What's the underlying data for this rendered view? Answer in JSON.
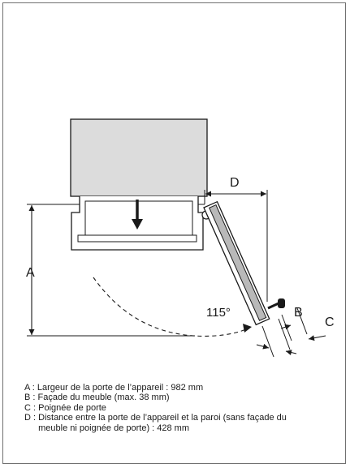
{
  "diagram": {
    "labels": {
      "a": "A",
      "b": "B",
      "c": "C",
      "d": "D",
      "angle": "115°"
    }
  },
  "legend": [
    {
      "key": "A : ",
      "text": "Largeur de la porte de l’appareil : 982 mm"
    },
    {
      "key": "B : ",
      "text": "Façade du meuble (max. 38 mm)"
    },
    {
      "key": "C : ",
      "text": "Poignée de porte"
    },
    {
      "key": "D : ",
      "text": "Distance entre la porte de l’appareil et la paroi (sans façade du meuble ni poignée de porte) : 428 mm"
    }
  ],
  "colors": {
    "cabinet_fill": "#dcdcdc",
    "door_fill": "#b9b9b9",
    "line": "#1a1a1a",
    "frame": "#707070"
  }
}
